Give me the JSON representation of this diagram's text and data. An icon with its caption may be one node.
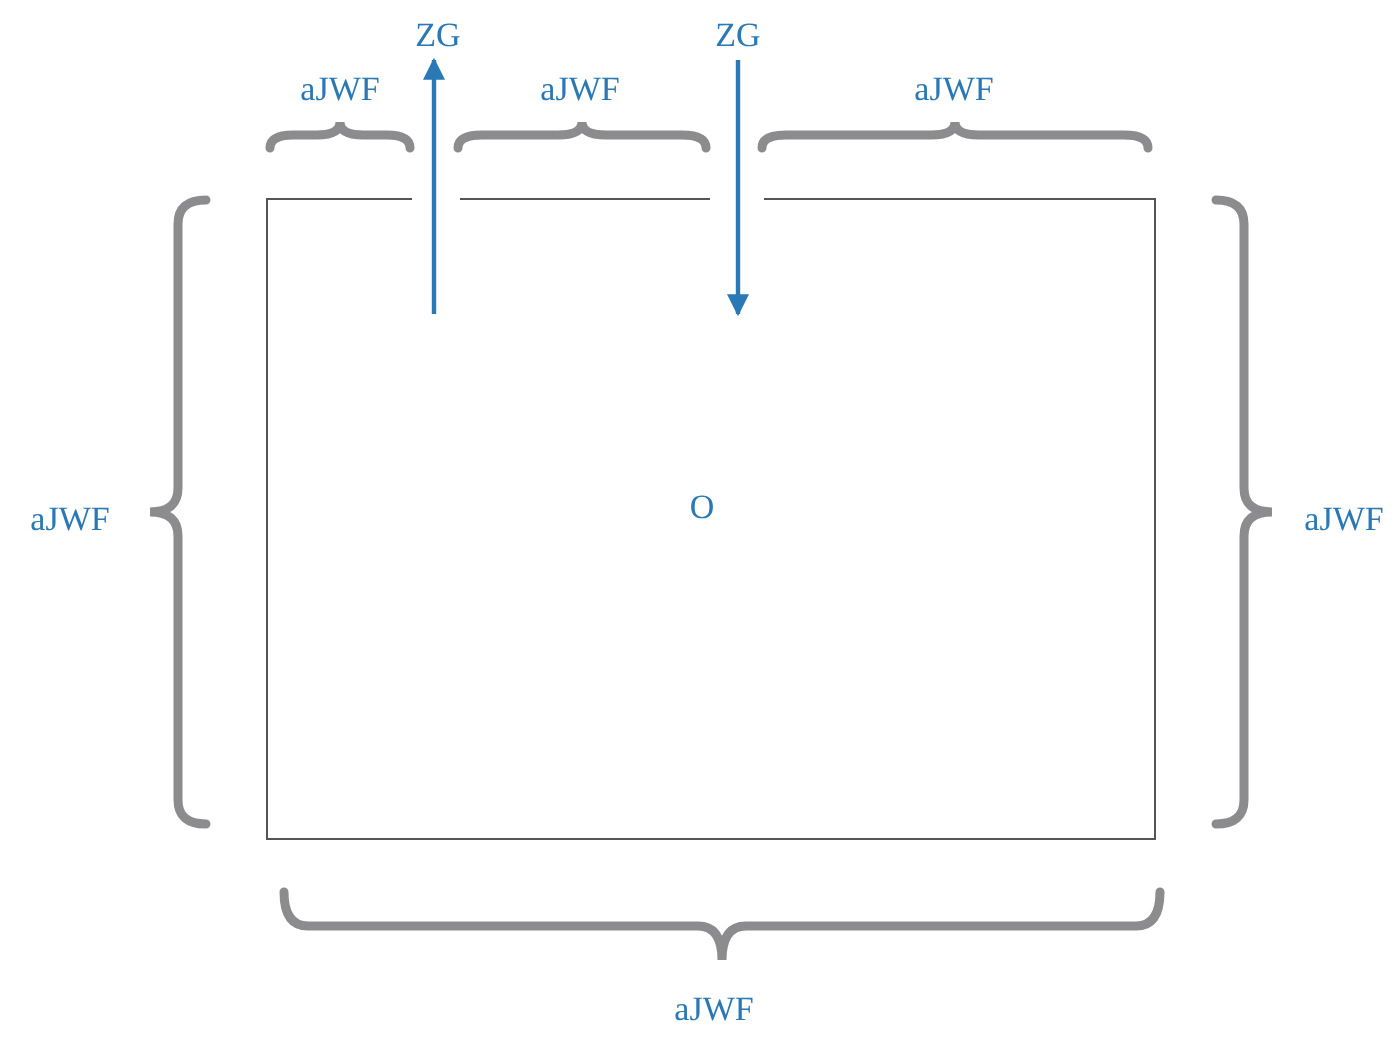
{
  "diagram": {
    "nodes": [
      {
        "text": [
          "O"
        ]
      },
      {
        "text": [
          "ZG"
        ]
      },
      {
        "text": [
          "ZG"
        ]
      }
    ],
    "edges": [
      {
        "from": 0,
        "to": 1,
        "arrow": "to"
      },
      {
        "from": 2,
        "to": 0,
        "arrow": "to"
      }
    ],
    "labels": [
      "aJWF",
      "aJWF",
      "aJWF",
      "aJWF",
      "aJWF",
      "aJWF"
    ]
  }
}
